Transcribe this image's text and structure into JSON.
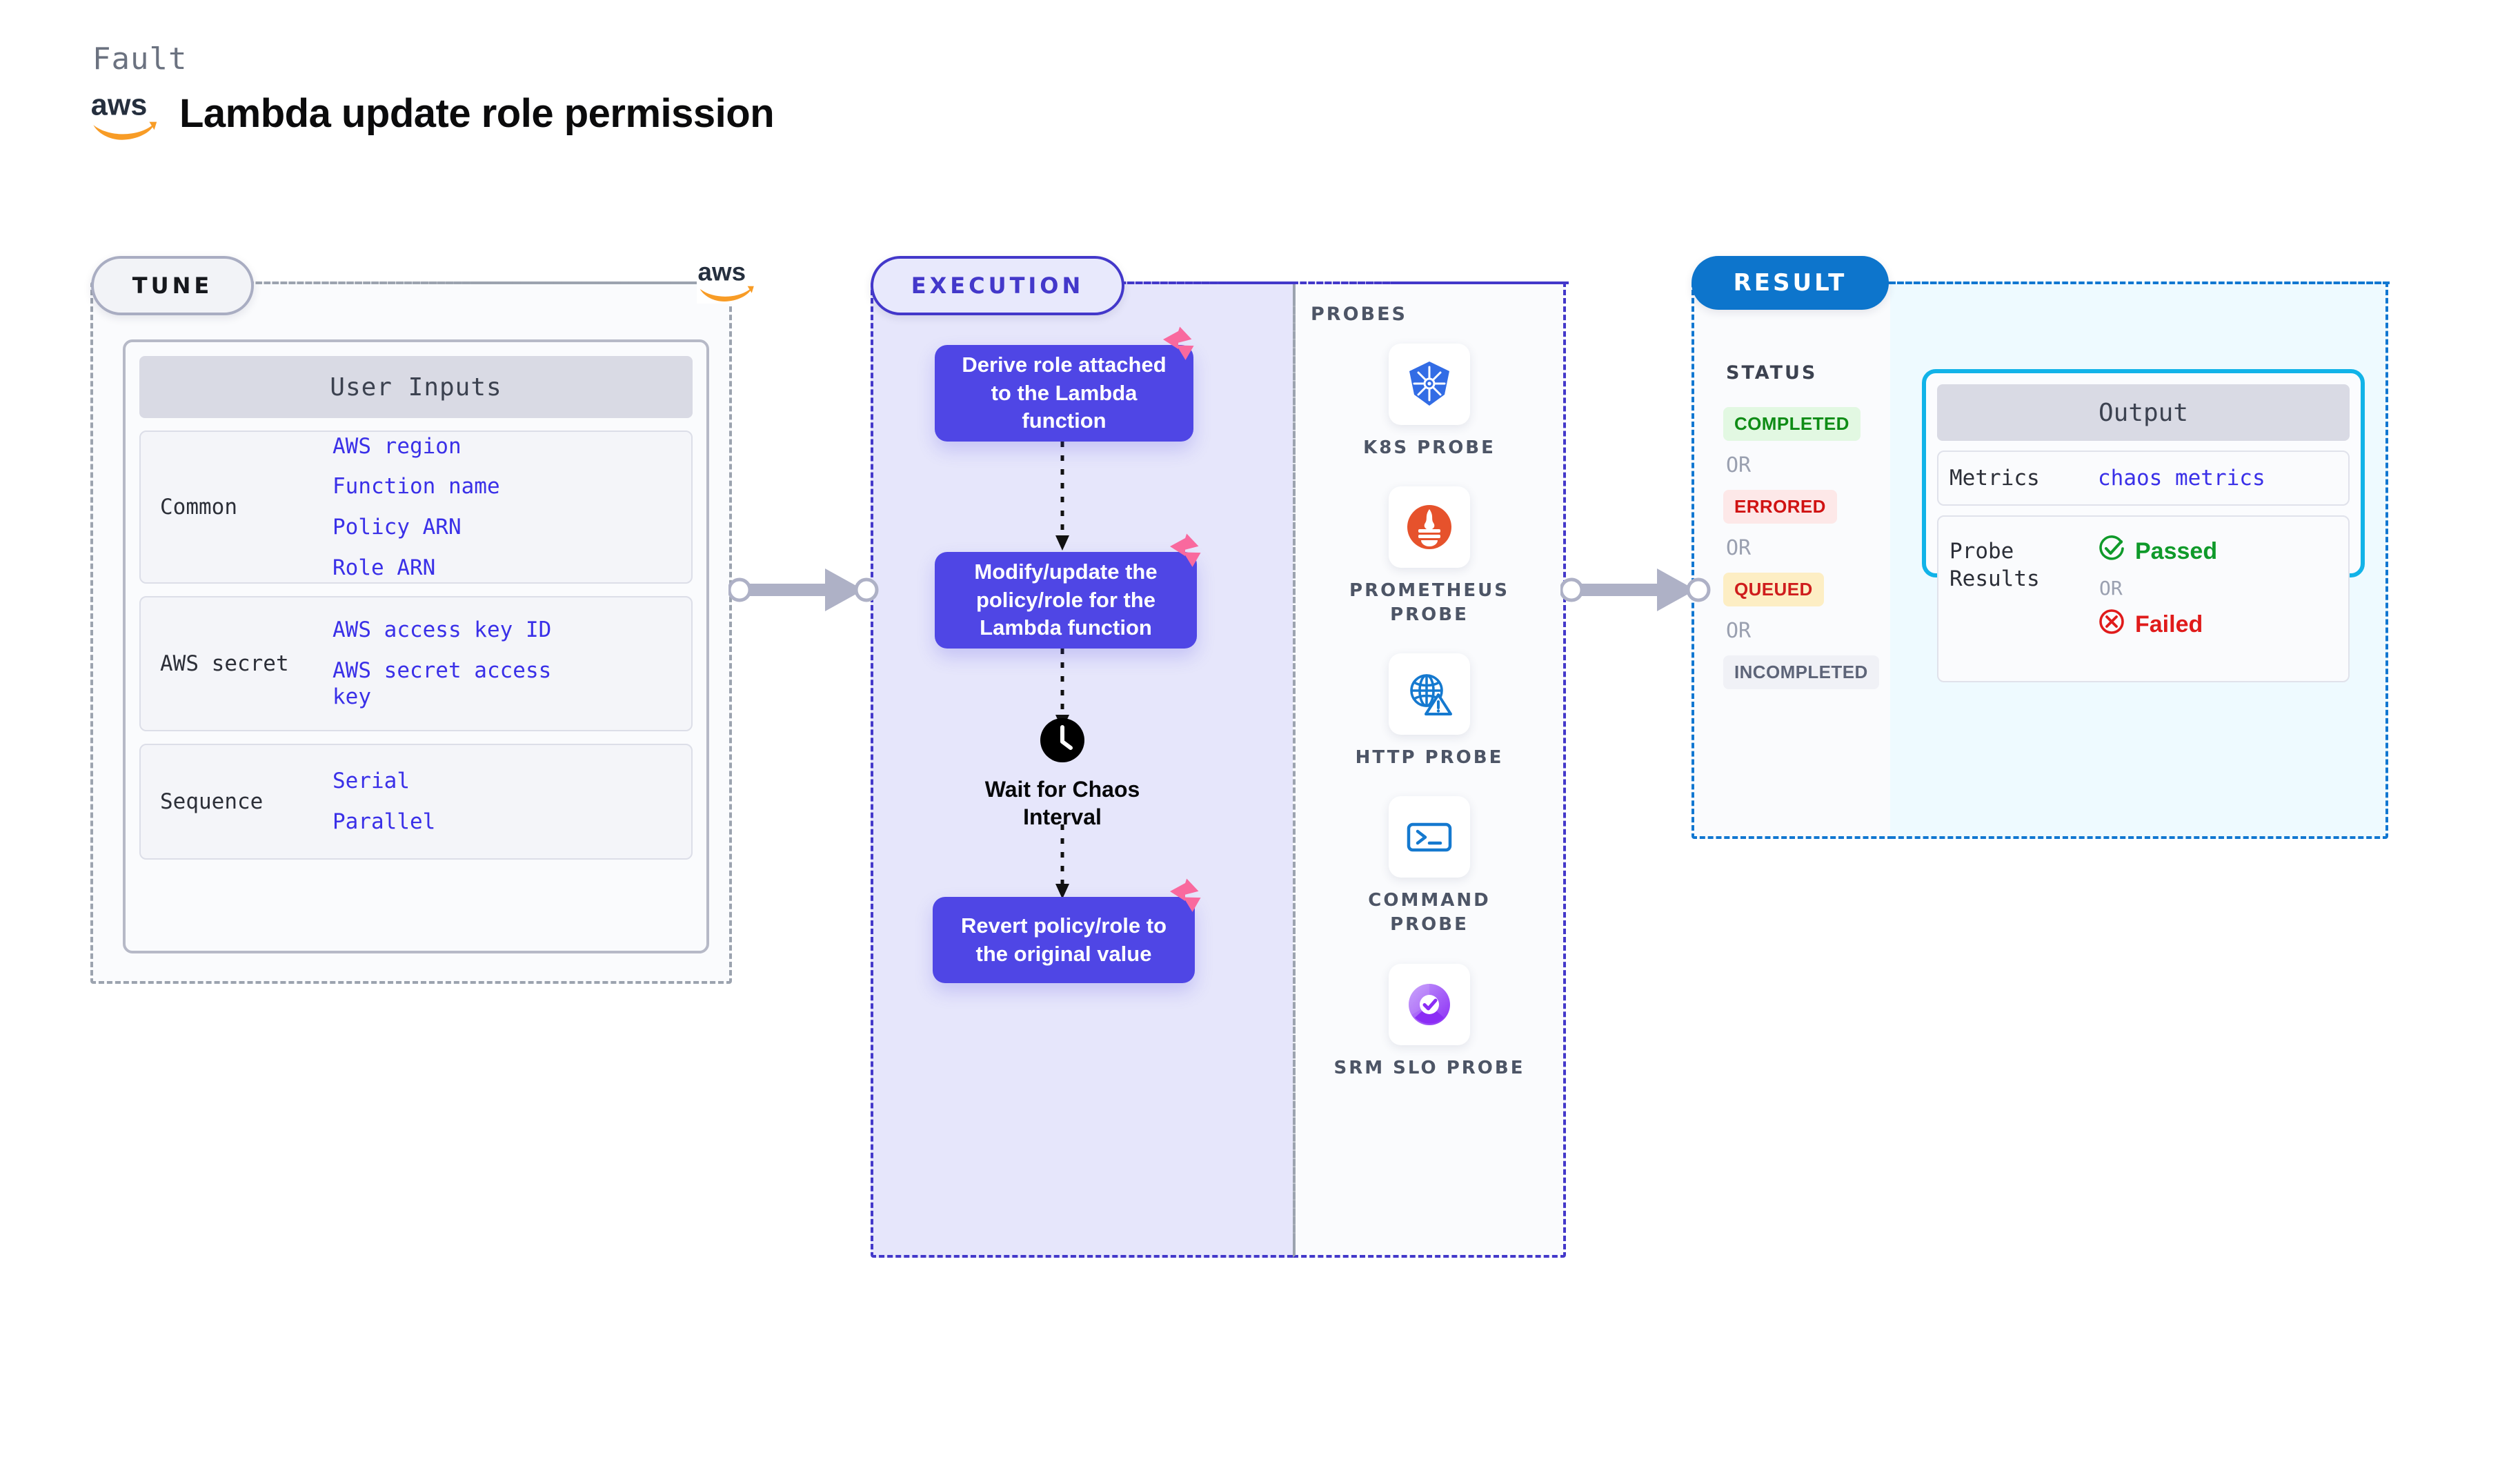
{
  "header": {
    "fault_label": "Fault",
    "title": "Lambda update role permission",
    "logo": "aws-logo"
  },
  "tune": {
    "pill_label": "TUNE",
    "provider_logo": "aws-logo",
    "card_header": "User Inputs",
    "groups": [
      {
        "label": "Common",
        "values": [
          "AWS region",
          "Function name",
          "Policy ARN",
          "Role ARN"
        ]
      },
      {
        "label": "AWS secret",
        "values": [
          "AWS access key ID",
          "AWS secret access key"
        ]
      },
      {
        "label": "Sequence",
        "values": [
          "Serial",
          "Parallel"
        ]
      }
    ]
  },
  "execution": {
    "pill_label": "EXECUTION",
    "steps": [
      {
        "text": "Derive role attached to the Lambda function",
        "badge": "chaos-badge-icon"
      },
      {
        "text": "Modify/update the policy/role for the Lambda function",
        "badge": "chaos-badge-icon"
      }
    ],
    "wait_node": {
      "icon": "clock-icon",
      "label": "Wait for Chaos Interval"
    },
    "final_step": {
      "text": "Revert policy/role to the original value",
      "badge": "chaos-badge-icon"
    }
  },
  "probes": {
    "title": "PROBES",
    "items": [
      {
        "icon": "kubernetes-icon",
        "label": "K8S PROBE"
      },
      {
        "icon": "prometheus-icon",
        "label": "PROMETHEUS PROBE"
      },
      {
        "icon": "http-globe-icon",
        "label": "HTTP PROBE"
      },
      {
        "icon": "terminal-icon",
        "label": "COMMAND PROBE"
      },
      {
        "icon": "srm-slo-icon",
        "label": "SRM SLO PROBE"
      }
    ]
  },
  "result": {
    "pill_label": "RESULT",
    "status_title": "STATUS",
    "or_label": "OR",
    "statuses": [
      {
        "label": "COMPLETED",
        "style": "sb-completed"
      },
      {
        "label": "ERRORED",
        "style": "sb-errored"
      },
      {
        "label": "QUEUED",
        "style": "sb-queued"
      },
      {
        "label": "INCOMPLETED",
        "style": "sb-incompleted"
      }
    ],
    "output": {
      "header": "Output",
      "metrics_key": "Metrics",
      "metrics_value": "chaos metrics",
      "probe_results_key": "Probe Results",
      "passed_label": "Passed",
      "failed_label": "Failed",
      "or_label": "OR"
    }
  },
  "colors": {
    "tune_border": "#9ca3af",
    "execution_accent": "#4338ca",
    "execution_box": "#4f46e5",
    "result_accent": "#1177d1",
    "result_pill": "#0d75cc",
    "output_border": "#12b3e8",
    "mono_value": "#3a30e8",
    "chaos_pink": "#f9699e",
    "aws_orange": "#f89c26",
    "status_green": "#0f8c16",
    "status_red": "#d01212",
    "status_amber": "#cf1d1d"
  }
}
